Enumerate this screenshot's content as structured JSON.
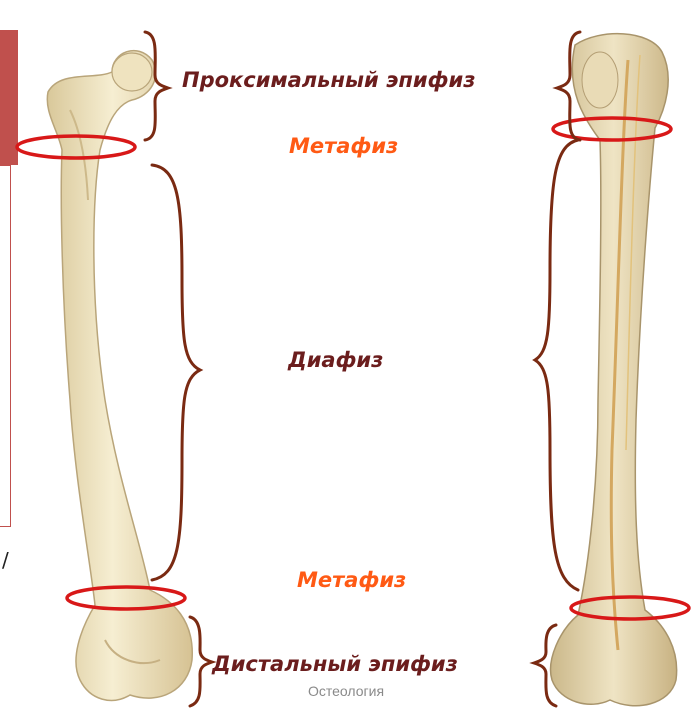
{
  "labels": {
    "proximal_epiphysis": "Проксимальный эпифиз",
    "metaphysis_top": "Метафиз",
    "diaphysis": "Диафиз",
    "metaphysis_bottom": "Метафиз",
    "distal_epiphysis": "Дистальный эпифиз",
    "caption": "Остеология"
  },
  "stray_mark": "/",
  "colors": {
    "label_dark": "#6b1d1d",
    "label_orange": "#ff5a14",
    "brace": "#7a2a12",
    "ring": "#d81818",
    "bone": "#f2e7c4",
    "slide_accent": "#c0504d"
  }
}
